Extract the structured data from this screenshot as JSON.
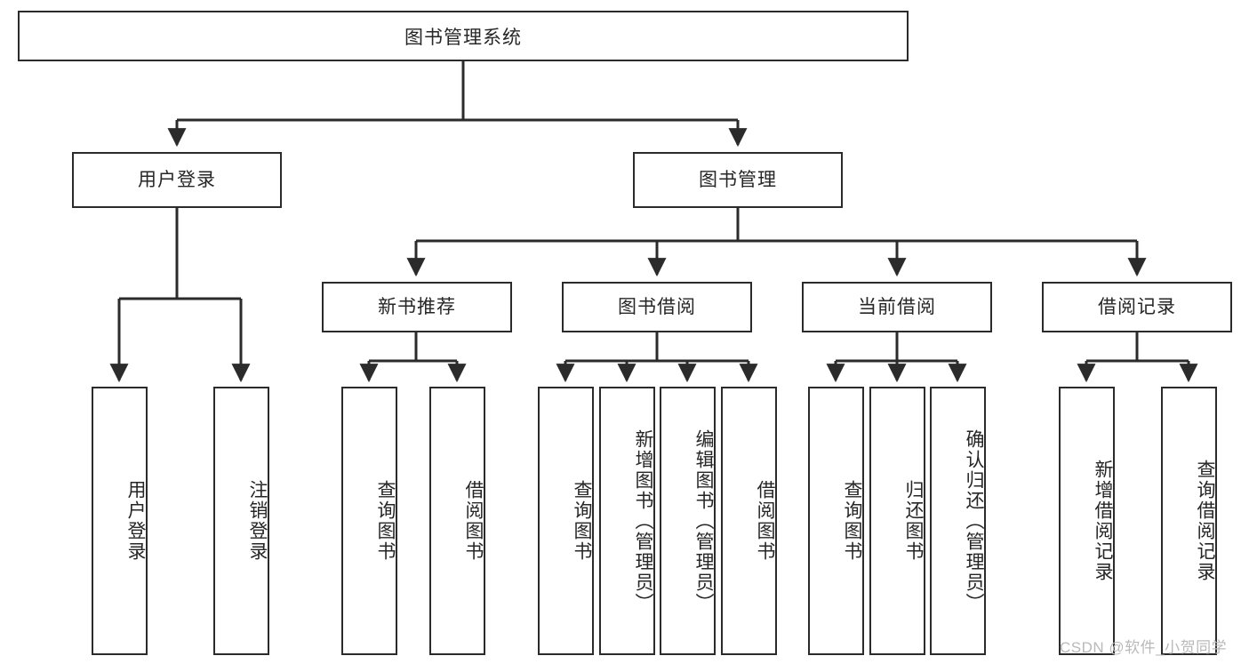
{
  "diagram": {
    "type": "tree-hierarchy",
    "title": "图书管理系统",
    "orientation": "top-down",
    "colors": {
      "background": "#ffffff",
      "node_border": "#2b2b2b",
      "node_fill": "#ffffff",
      "edge": "#2b2b2b",
      "text": "#262626",
      "watermark": "#b9b9b9"
    },
    "watermark": "CSDN @软件_小贺同学",
    "levels": {
      "level1": "系统",
      "level2": "模块",
      "level3": "子模块",
      "level4": "功能"
    },
    "root": {
      "label": "图书管理系统",
      "children": [
        {
          "label": "用户登录",
          "children": [
            {
              "label": "用户登录"
            },
            {
              "label": "注销登录"
            }
          ]
        },
        {
          "label": "图书管理",
          "children": [
            {
              "label": "新书推荐",
              "children": [
                {
                  "label": "查询图书"
                },
                {
                  "label": "借阅图书"
                }
              ]
            },
            {
              "label": "图书借阅",
              "children": [
                {
                  "label": "查询图书"
                },
                {
                  "label": "新增图书（管理员）"
                },
                {
                  "label": "编辑图书（管理员）"
                },
                {
                  "label": "借阅图书"
                }
              ]
            },
            {
              "label": "当前借阅",
              "children": [
                {
                  "label": "查询图书"
                },
                {
                  "label": "归还图书"
                },
                {
                  "label": "确认归还（管理员）"
                }
              ]
            },
            {
              "label": "借阅记录",
              "children": [
                {
                  "label": "新增借阅记录"
                },
                {
                  "label": "查询借阅记录"
                }
              ]
            }
          ]
        }
      ]
    },
    "nodes": {
      "root": "图书管理系统",
      "user_login": "用户登录",
      "book_manage": "图书管理",
      "new_book_rec": "新书推荐",
      "book_borrow": "图书借阅",
      "current_borrow": "当前借阅",
      "borrow_record": "借阅记录",
      "leaf_user_login": "用户登录",
      "leaf_logout": "注销登录",
      "leaf_rec_query": "查询图书",
      "leaf_rec_borrow": "借阅图书",
      "leaf_bb_query": "查询图书",
      "leaf_bb_add": "新增图书（管理员）",
      "leaf_bb_edit": "编辑图书（管理员）",
      "leaf_bb_borrow": "借阅图书",
      "leaf_cb_query": "查询图书",
      "leaf_cb_return": "归还图书",
      "leaf_cb_confirm": "确认归还（管理员）",
      "leaf_br_add": "新增借阅记录",
      "leaf_br_query": "查询借阅记录"
    }
  }
}
